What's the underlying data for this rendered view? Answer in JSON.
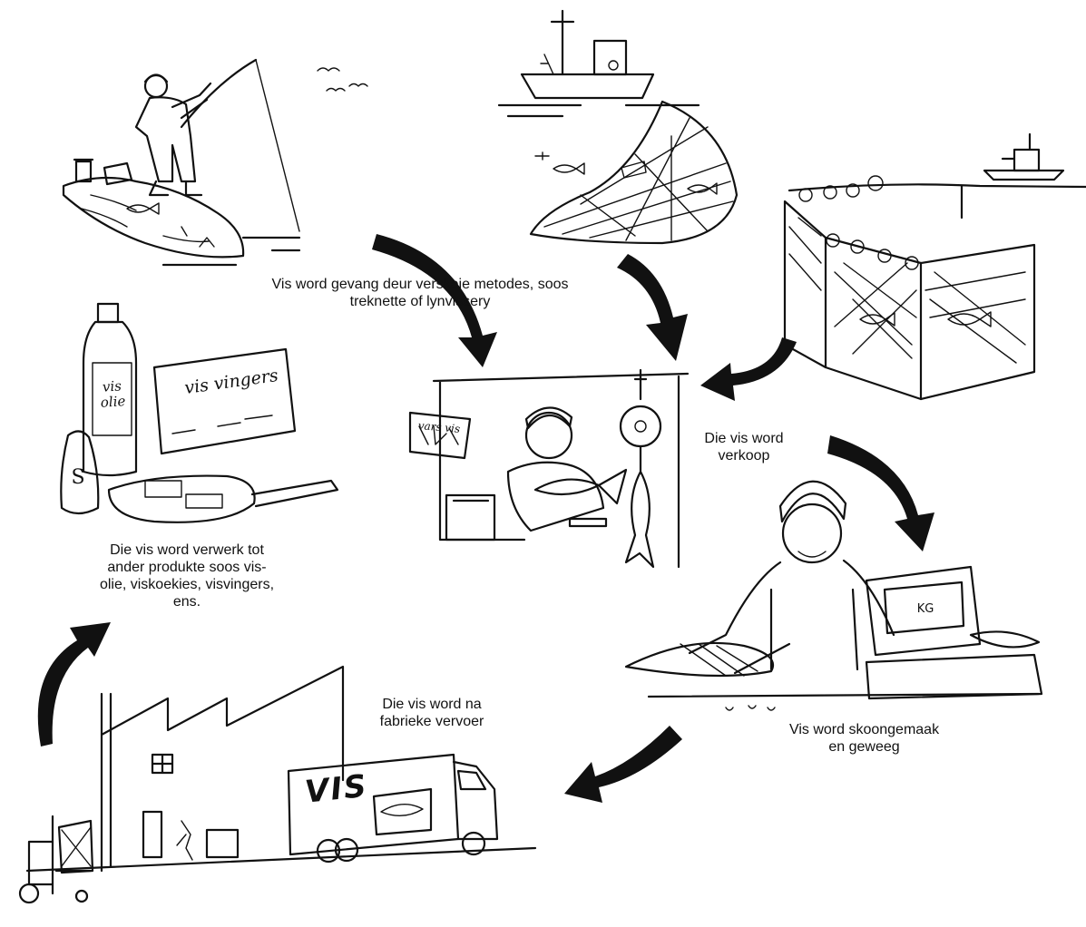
{
  "captions": {
    "catch": [
      "Vis word gevang deur verskeie metodes, soos",
      "treknette of lynvissery"
    ],
    "sold": [
      "Die vis word",
      "verkoop"
    ],
    "cleaned": [
      "Vis word skoongemaak",
      "en geweeg"
    ],
    "transport": [
      "Die vis word na",
      "fabrieke vervoer"
    ],
    "processed": [
      "Die vis word verwerk tot",
      "ander produkte soos vis-",
      "olie, viskoekies, visvingers,",
      "ens."
    ]
  },
  "drawn_labels": {
    "oil_bottle": "vis olie",
    "fingers_box": "vis vingers",
    "salt_shaker": "S",
    "scale_display": "KG",
    "truck_side": "VIS",
    "shop_sign": "vars vis"
  },
  "colors": {
    "ink": "#111111",
    "background": "#ffffff"
  }
}
